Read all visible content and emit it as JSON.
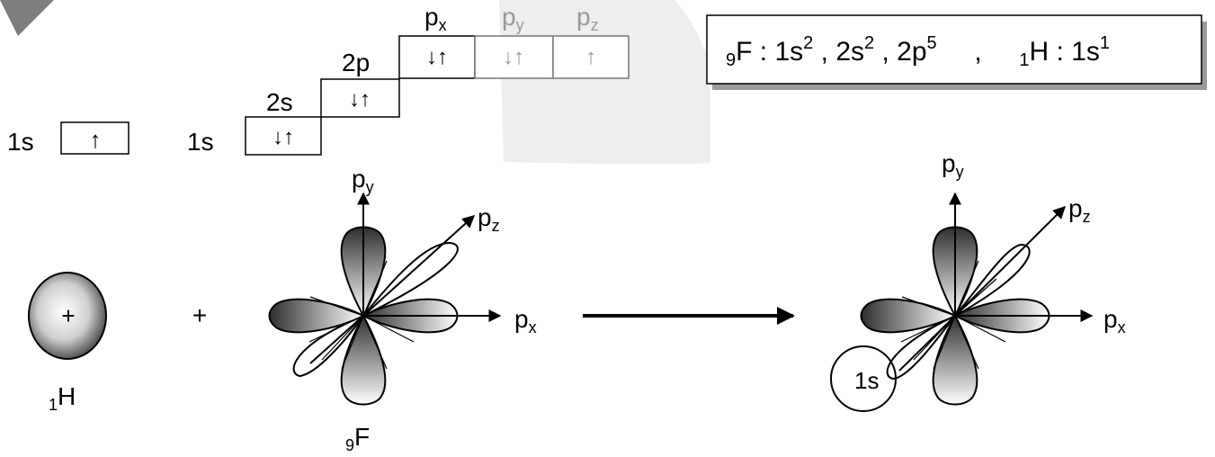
{
  "config_box": {
    "f_z": "9",
    "f_sym": "F",
    "f_sep": " : ",
    "f_1s": "1s",
    "f_1s_e": "2",
    "f_2s": "2s",
    "f_2s_e": "2",
    "f_2p": "2p",
    "f_2p_e": "5",
    "comma": ",",
    "h_z": "1",
    "h_sym": "H",
    "h_sep": " : ",
    "h_1s": "1s",
    "h_1s_e": "1"
  },
  "h_diagram": {
    "level_label": "1s",
    "box_arrow": "↑"
  },
  "f_diagram": {
    "level_1s": "1s",
    "level_2s": "2s",
    "level_2p": "2p",
    "box_1s": "↓↑",
    "box_2s": "↓↑",
    "box_px": "↓↑",
    "box_py": "↓↑",
    "box_pz": "↑",
    "px_p": "p",
    "px_sub": "x",
    "py_p": "p",
    "py_sub": "y",
    "pz_p": "p",
    "pz_sub": "z"
  },
  "h_atom": {
    "charge": "+",
    "label_z": "1",
    "label_sym": "H"
  },
  "plus_sign": "+",
  "f_atom": {
    "label_z": "9",
    "label_sym": "F",
    "py_p": "p",
    "py_sub": "y",
    "pz_p": "p",
    "pz_sub": "z",
    "px_p": "p",
    "px_sub": "x"
  },
  "hf_molecule": {
    "py_p": "p",
    "py_sub": "y",
    "pz_p": "p",
    "pz_sub": "z",
    "px_p": "p",
    "px_sub": "x",
    "overlap_label": "1s"
  },
  "colors": {
    "gray_text": "#999999",
    "lobe_dark": "#333333",
    "lobe_light": "#ffffff",
    "watermark": "#eeeeee"
  }
}
